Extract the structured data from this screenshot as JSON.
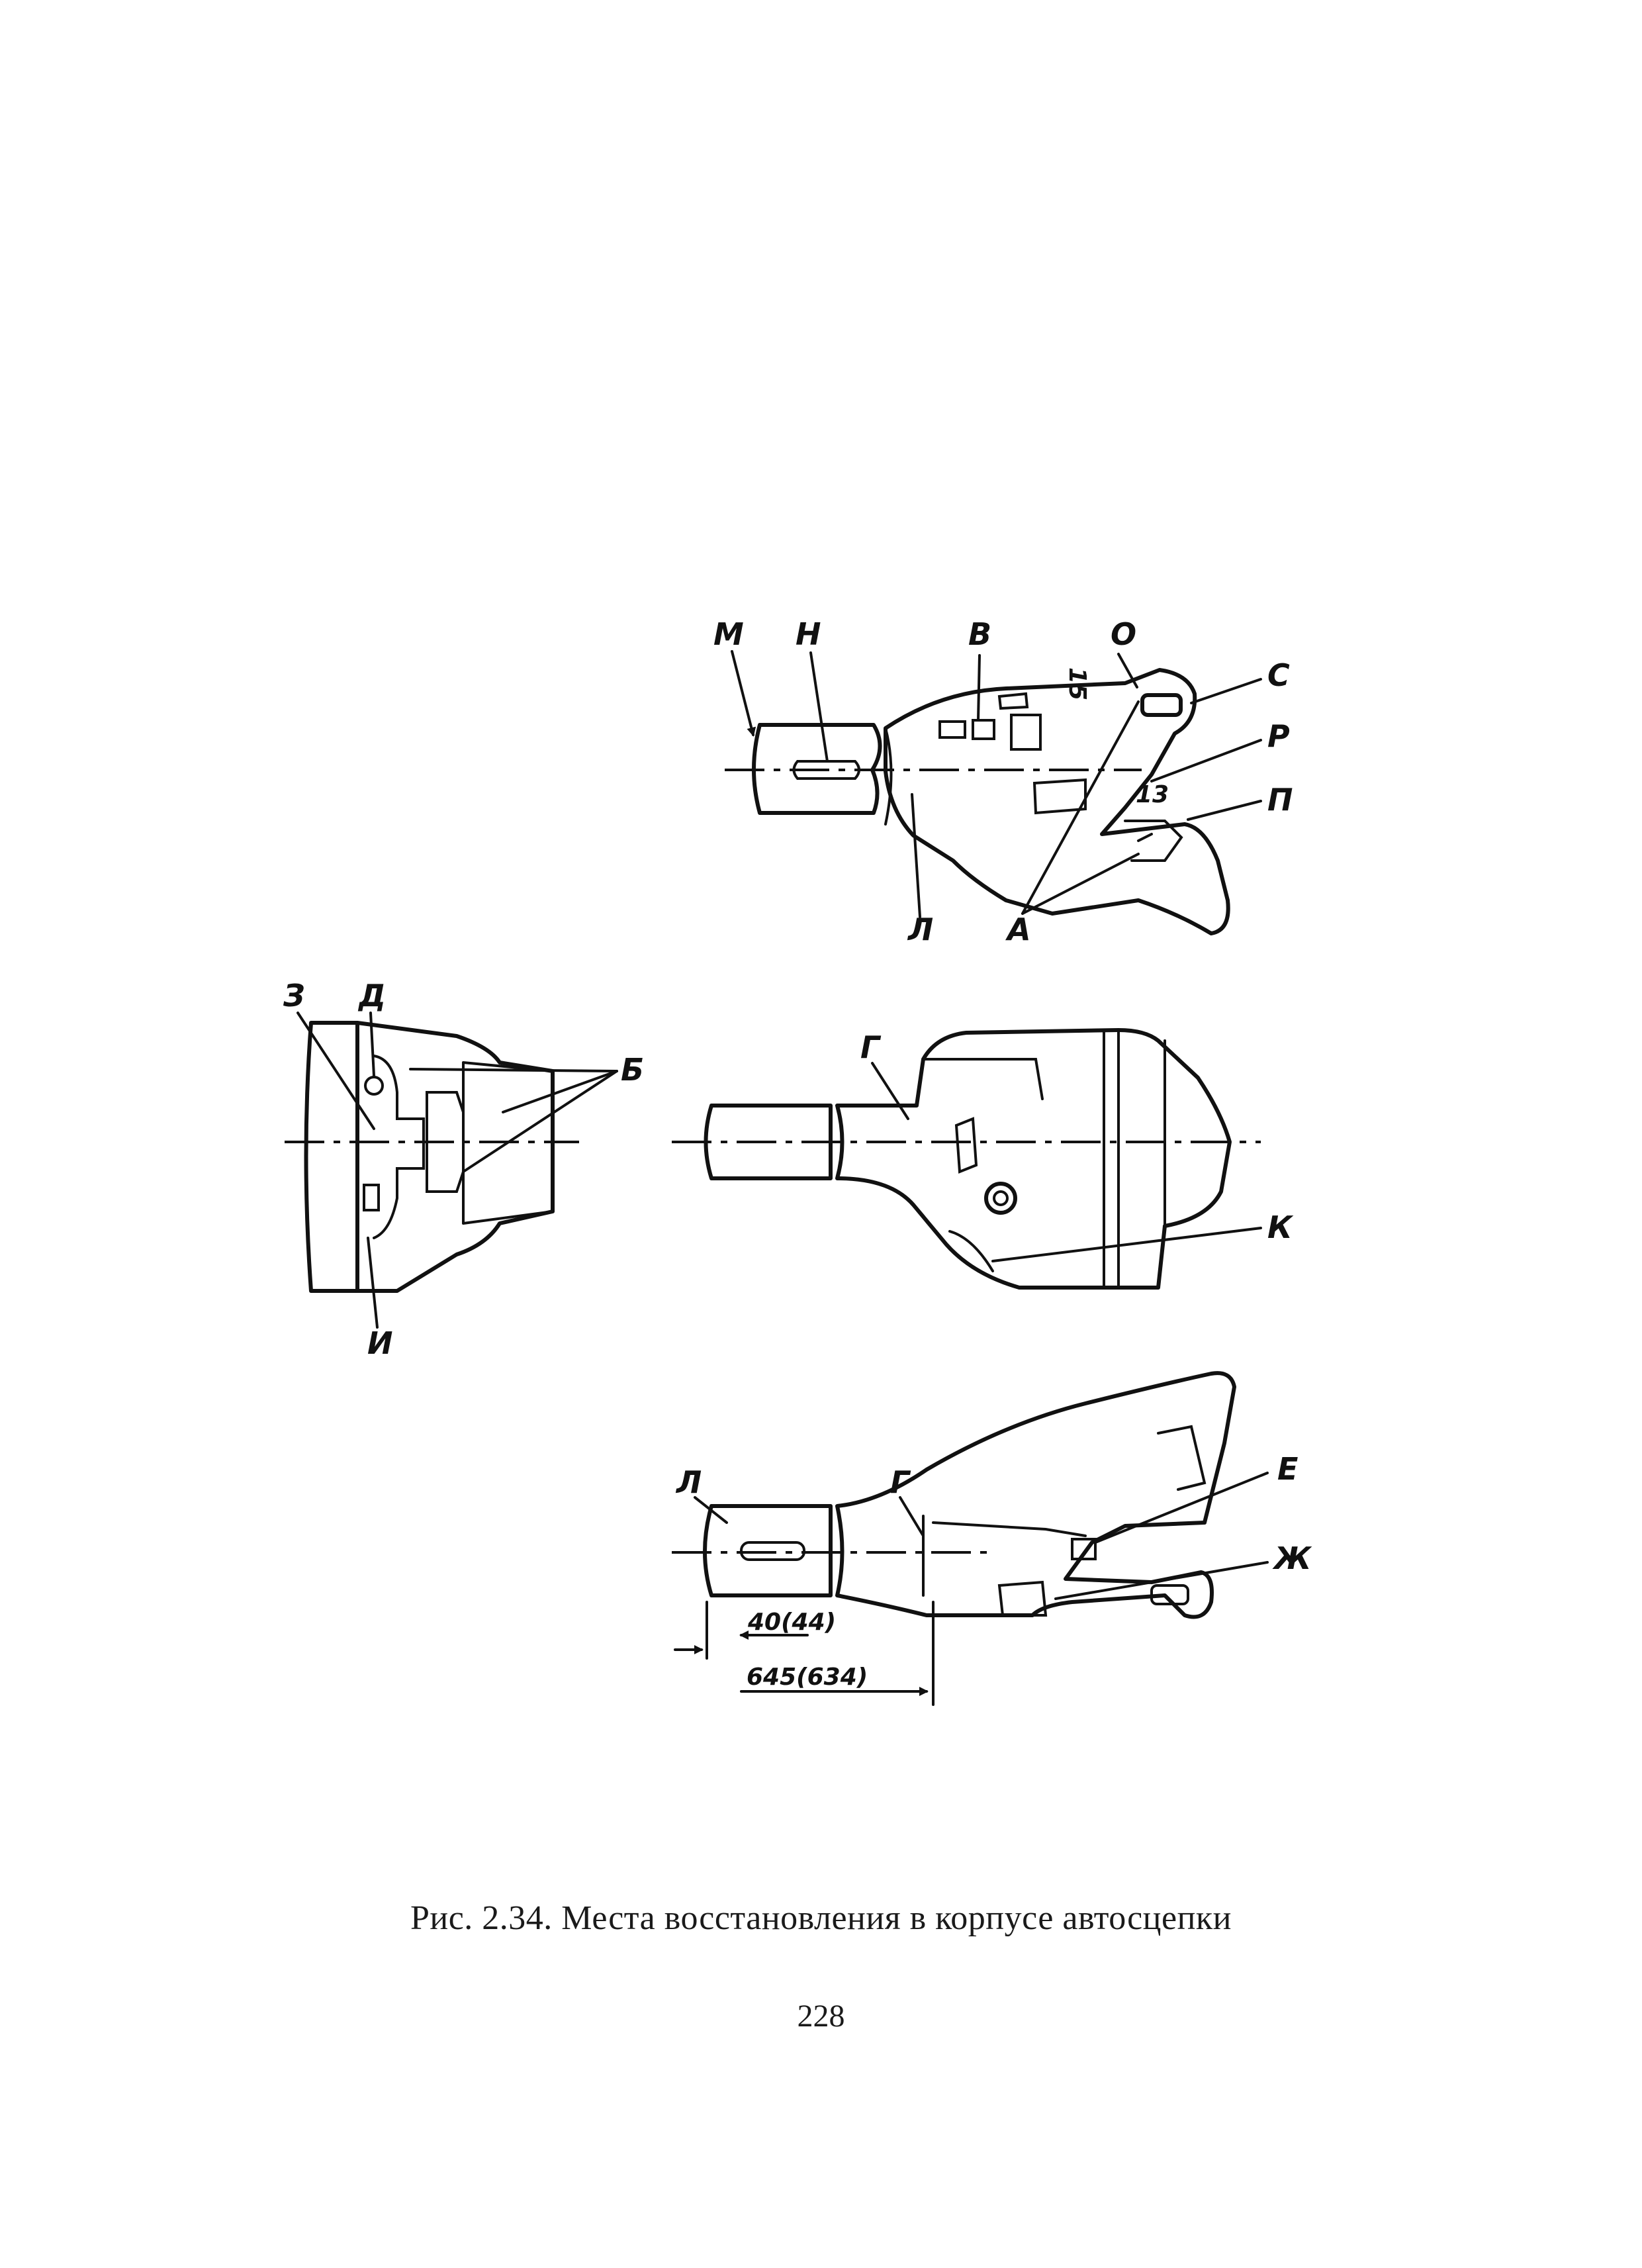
{
  "figure": {
    "caption": "Рис. 2.34. Места восстановления в корпусе автосцепки",
    "page_number": "228",
    "labels": {
      "M": "М",
      "N": "Н",
      "V": "В",
      "O": "О",
      "S": "С",
      "R": "Р",
      "P": "П",
      "L": "Л",
      "A": "А",
      "Z": "З",
      "D": "Д",
      "B": "Б",
      "I": "И",
      "G": "Г",
      "K": "К",
      "E": "Е",
      "Zh": "Ж"
    },
    "numbers": {
      "n15_rotated": "15",
      "n13": "13"
    },
    "dimensions": {
      "dim_40": "40(44)",
      "dim_645": "645(634)"
    }
  }
}
